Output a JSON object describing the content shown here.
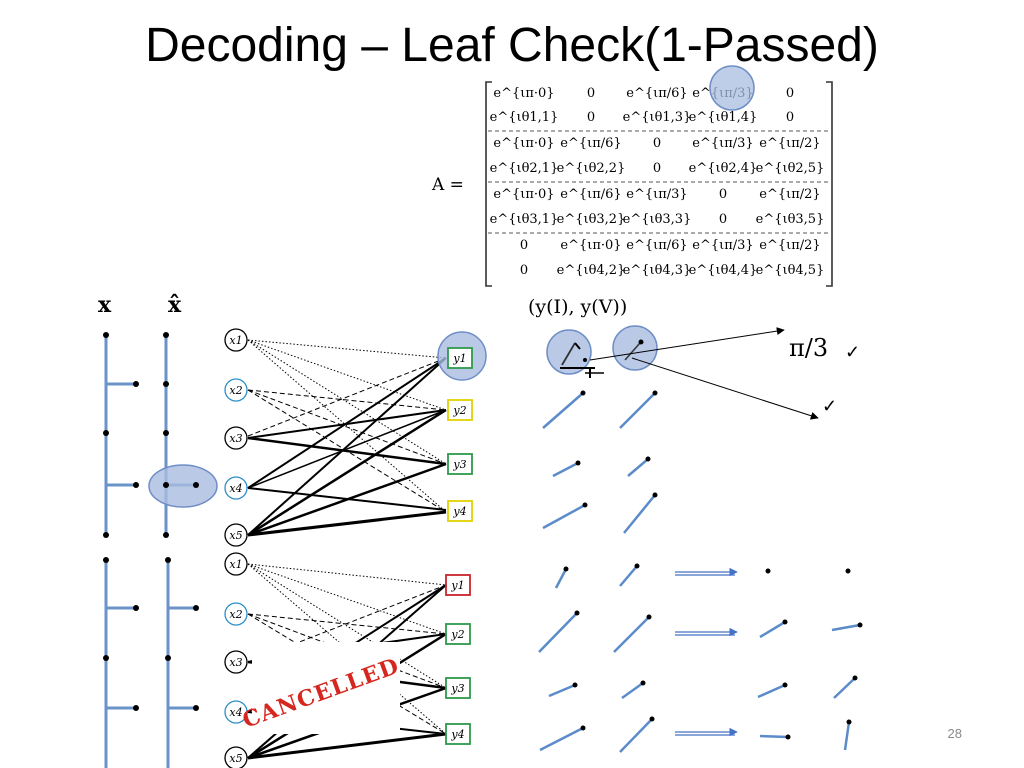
{
  "slide": {
    "title": "Decoding – Leaf Check(1-Passed)",
    "page_number": "28"
  },
  "matrix": {
    "label": "A =",
    "rows": [
      [
        "e^{ιπ·0}",
        "0",
        "e^{ιπ/6}",
        "e^{ιπ/3}",
        "0"
      ],
      [
        "e^{ιθ1,1}",
        "0",
        "e^{ιθ1,3}",
        "e^{ιθ1,4}",
        "0"
      ],
      [
        "e^{ιπ·0}",
        "e^{ιπ/6}",
        "0",
        "e^{ιπ/3}",
        "e^{ιπ/2}"
      ],
      [
        "e^{ιθ2,1}",
        "e^{ιθ2,2}",
        "0",
        "e^{ιθ2,4}",
        "e^{ιθ2,5}"
      ],
      [
        "e^{ιπ·0}",
        "e^{ιπ/6}",
        "e^{ιπ/3}",
        "0",
        "e^{ιπ/2}"
      ],
      [
        "e^{ιθ3,1}",
        "e^{ιθ3,2}",
        "e^{ιθ3,3}",
        "0",
        "e^{ιθ3,5}"
      ],
      [
        "0",
        "e^{ιπ·0}",
        "e^{ιπ/6}",
        "e^{ιπ/3}",
        "e^{ιπ/2}"
      ],
      [
        "0",
        "e^{ιθ4,2}",
        "e^{ιθ4,3}",
        "e^{ιθ4,4}",
        "e^{ιθ4,5}"
      ]
    ]
  },
  "labels": {
    "x": "x",
    "x_hat": "x̂",
    "pair": "(y(I), y(V))",
    "pi_over_3": "π/3",
    "check_mark": "✓",
    "cancelled": "CANCELLED"
  },
  "graph_top": {
    "x_nodes": [
      "x1",
      "x2",
      "x3",
      "x4",
      "x5"
    ],
    "y_nodes": [
      "y1",
      "y2",
      "y3",
      "y4"
    ],
    "y_colors": [
      "#2e9a4a",
      "#e3d200",
      "#2e9a4a",
      "#e3d200"
    ]
  },
  "graph_bottom": {
    "x_nodes": [
      "x1",
      "x2",
      "x3",
      "x4",
      "x5"
    ],
    "y_nodes": [
      "y1",
      "y2",
      "y3",
      "y4"
    ],
    "y_colors": [
      "#c8252b",
      "#2e9a4a",
      "#2e9a4a",
      "#2e9a4a"
    ]
  },
  "colors": {
    "tree_blue": "#6a93c7",
    "highlight_fill": "#a9bde0",
    "highlight_stroke": "#6f8ec6",
    "cancel_red": "#d5271f",
    "x_circle_blue": "#2a8fc9"
  }
}
